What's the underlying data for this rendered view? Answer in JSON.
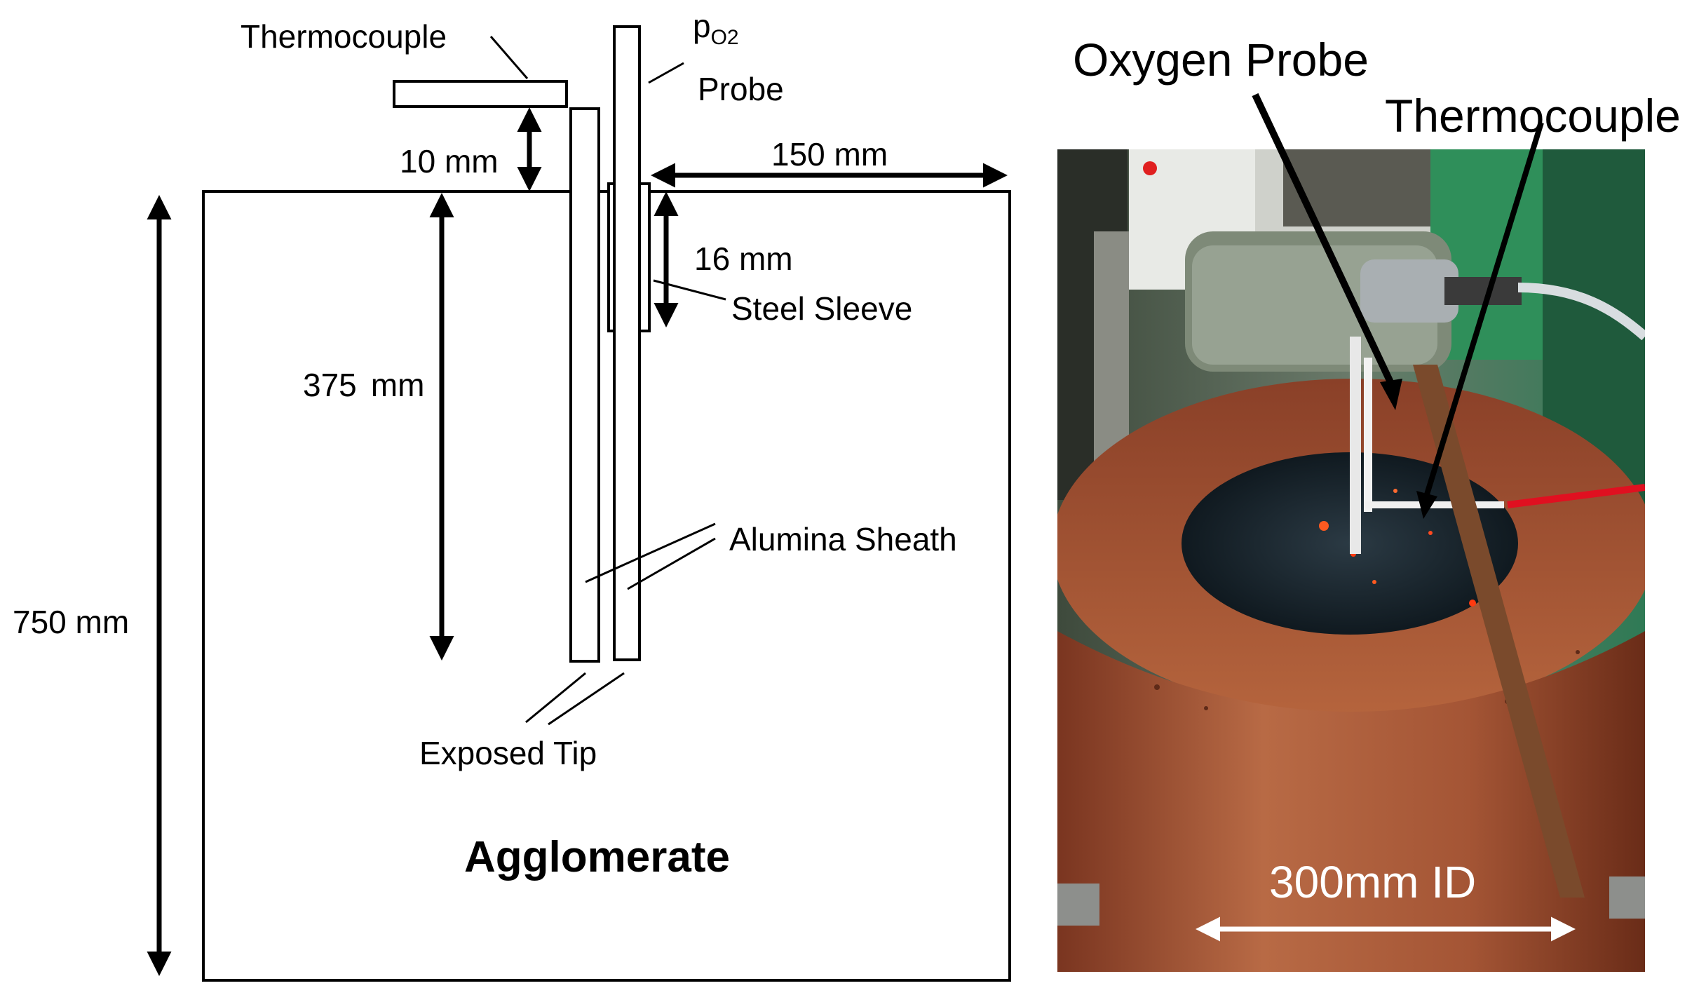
{
  "schematic": {
    "thermocouple_label": "Thermocouple",
    "po2_p": "p",
    "po2_sub": "O2",
    "probe_label": "Probe",
    "dim_10mm": "10 mm",
    "dim_150mm": "150 mm",
    "dim_16mm": "16 mm",
    "steel_sleeve": "Steel Sleeve",
    "dim_375_num": "375",
    "dim_375_unit": "mm",
    "dim_750mm": "750 mm",
    "alumina_sheath": "Alumina Sheath",
    "exposed_tip": "Exposed Tip",
    "agglomerate": "Agglomerate"
  },
  "photo": {
    "oxygen_probe": "Oxygen Probe",
    "thermocouple": "Thermocouple",
    "inner_diameter": "300mm ID"
  },
  "colors": {
    "line": "#000000",
    "rust": "#9a4a2c",
    "coal": "#1c2a33",
    "glow": "#ff3a10",
    "probe_red": "#e01020"
  }
}
